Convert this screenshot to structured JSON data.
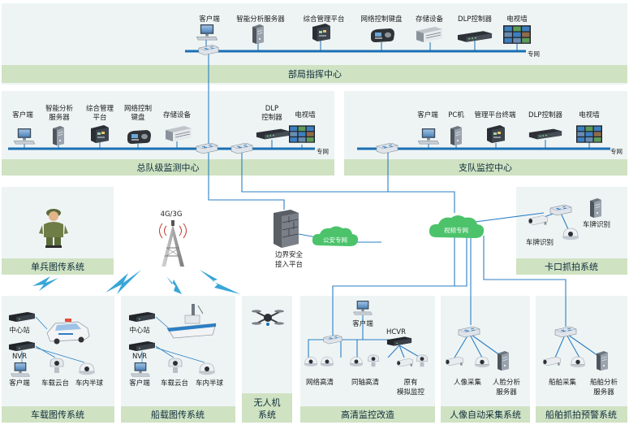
{
  "colors": {
    "panel": "#eef4f4",
    "bar": "#cfe2c2",
    "line": "#1b6fb4",
    "wire": "#2b7fc4",
    "cloud": "#4cc36b",
    "bolt": "#39a6d8"
  },
  "top": {
    "title": "部局指挥中心",
    "net": "专网",
    "devices": [
      "客户端",
      "智能分析服务器",
      "综合管理平台",
      "网络控制键盘",
      "存储设备",
      "DLP控制器",
      "电视墙"
    ]
  },
  "mid_left": {
    "title": "总队级监测中心",
    "net": "专网",
    "devices": {
      "client": "客户端",
      "analysis": [
        "智能分析",
        "服务器"
      ],
      "platform": [
        "综合管理",
        "平台"
      ],
      "keyboard": [
        "网络控制",
        "键盘"
      ],
      "storage": "存储设备",
      "dlp": [
        "DLP",
        "控制器"
      ],
      "tvwall": "电视墙"
    }
  },
  "mid_right": {
    "title": "支队监控中心",
    "net": "专网",
    "devices": [
      "客户端",
      "PC机",
      "管理平台终端",
      "DLP控制器",
      "电视墙"
    ]
  },
  "center": {
    "tower": "4G/3G",
    "firewall": [
      "边界安全",
      "接入平台"
    ],
    "police_cloud": "公安专网",
    "video_cloud": "视频专网"
  },
  "soldier": {
    "title": "单兵图传系统"
  },
  "kakou": {
    "title": "卡口抓拍系统",
    "labels": [
      "车牌识别",
      "车牌识别"
    ]
  },
  "vehicle": {
    "title": "车载图传系统",
    "labels": [
      "中心站",
      "NVR",
      "客户端",
      "车载云台",
      "车内半球"
    ]
  },
  "ship": {
    "title": "船载图传系统",
    "labels": [
      "中心站",
      "NVR",
      "客户端",
      "车载云台",
      "车内半球"
    ]
  },
  "drone": {
    "title": [
      "无人机",
      "系统"
    ]
  },
  "hd": {
    "title": "高清监控改造",
    "labels": [
      "客户端",
      "HCVR",
      "网络高清",
      "同轴高清"
    ],
    "analog": [
      "原有",
      "模拟监控"
    ]
  },
  "face": {
    "title": "人像自动采集系统",
    "labels": [
      "人像采集"
    ],
    "server": [
      "人脸分析",
      "服务器"
    ]
  },
  "boat": {
    "title": "船舶抓拍预警系统",
    "labels": [
      "船舶采集"
    ],
    "server": [
      "船舶分析",
      "服务器"
    ]
  }
}
